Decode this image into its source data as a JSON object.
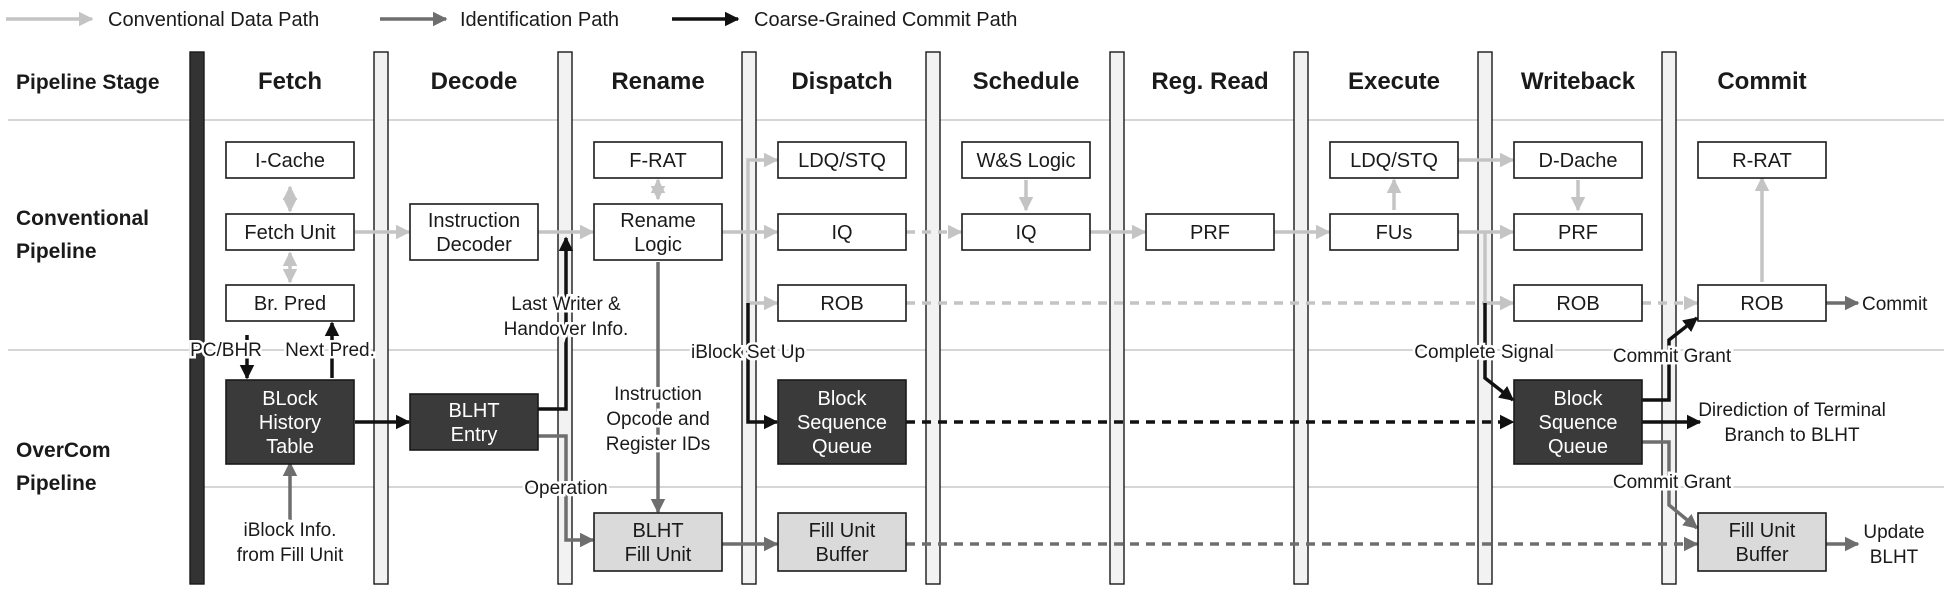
{
  "legend": {
    "conventional": "Conventional Data Path",
    "identification": "Identification Path",
    "coarse": "Coarse-Grained Commit Path"
  },
  "row_labels": {
    "stage": "Pipeline Stage",
    "conv_line1": "Conventional",
    "conv_line2": "Pipeline",
    "over_line1": "OverCom",
    "over_line2": "Pipeline"
  },
  "stages": [
    "Fetch",
    "Decode",
    "Rename",
    "Dispatch",
    "Schedule",
    "Reg. Read",
    "Execute",
    "Writeback",
    "Commit"
  ],
  "boxes": {
    "icache": [
      "I-Cache"
    ],
    "fetch_unit": [
      "Fetch Unit"
    ],
    "br_pred": [
      "Br. Pred"
    ],
    "instr_decoder": [
      "Instruction",
      "Decoder"
    ],
    "frat": [
      "F-RAT"
    ],
    "rename_logic": [
      "Rename",
      "Logic"
    ],
    "ldq_stq_dispatch": [
      "LDQ/STQ"
    ],
    "iq_dispatch": [
      "IQ"
    ],
    "rob_dispatch": [
      "ROB"
    ],
    "ws_logic": [
      "W&S Logic"
    ],
    "iq_schedule": [
      "IQ"
    ],
    "prf_regread": [
      "PRF"
    ],
    "ldq_stq_execute": [
      "LDQ/STQ"
    ],
    "fus": [
      "FUs"
    ],
    "ddache": [
      "D-Dache"
    ],
    "prf_writeback": [
      "PRF"
    ],
    "rob_writeback": [
      "ROB"
    ],
    "rrat": [
      "R-RAT"
    ],
    "rob_commit": [
      "ROB"
    ],
    "blht": [
      "BLock",
      "History",
      "Table"
    ],
    "blht_entry": [
      "BLHT",
      "Entry"
    ],
    "bsq_dispatch": [
      "Block",
      "Sequence",
      "Queue"
    ],
    "bsq_writeback": [
      "Block",
      "Squence",
      "Queue"
    ],
    "blht_fill_unit": [
      "BLHT",
      "Fill Unit"
    ],
    "fub_dispatch": [
      "Fill Unit",
      "Buffer"
    ],
    "fub_commit": [
      "Fill Unit",
      "Buffer"
    ]
  },
  "labels": {
    "pc_bhr": [
      "PC/BHR"
    ],
    "next_pred": [
      "Next Pred."
    ],
    "iblock_info": [
      "iBlock Info.",
      "from Fill Unit"
    ],
    "last_writer": [
      "Last Writer &",
      "Handover Info."
    ],
    "iblock_setup": [
      "iBlock Set Up"
    ],
    "instr_opcode": [
      "Instruction",
      "Opcode and",
      "Register IDs"
    ],
    "operation": [
      "Operation"
    ],
    "complete_signal": [
      "Complete Signal"
    ],
    "commit_grant_top": [
      "Commit Grant"
    ],
    "commit_grant_bottom": [
      "Commit Grant"
    ],
    "commit": [
      "Commit"
    ],
    "direction": [
      "Dirediction of Terminal",
      "Branch to BLHT"
    ],
    "update_blht": [
      "Update",
      "BLHT"
    ]
  }
}
